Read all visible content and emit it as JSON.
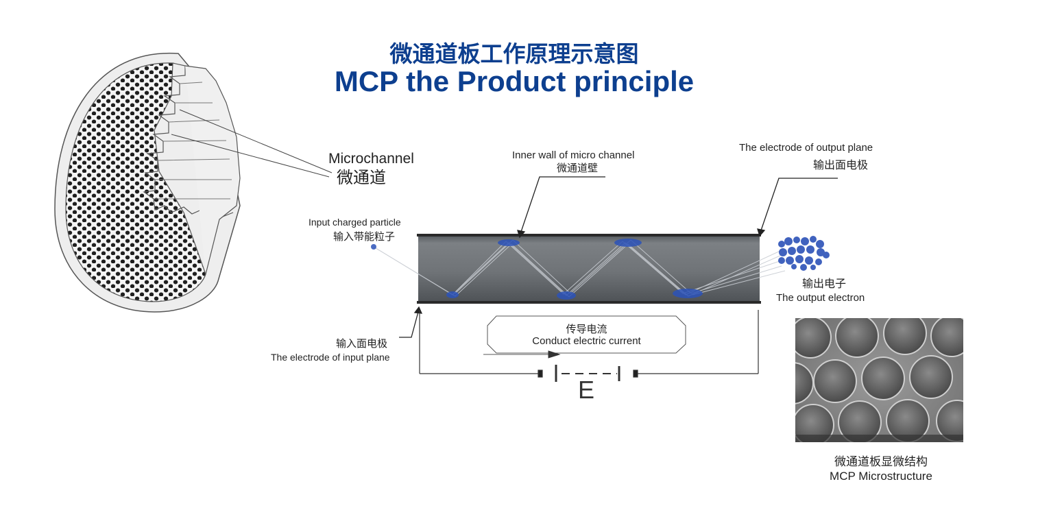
{
  "title": {
    "chinese": "微通道板工作原理示意图",
    "english": "MCP the Product principle"
  },
  "labels": {
    "microchannel_en": "Microchannel",
    "microchannel_cn": "微通道",
    "inner_wall_en": "Inner wall of micro channel",
    "inner_wall_cn": "微通道壁",
    "output_electrode_en": "The electrode of output plane",
    "output_electrode_cn": "输出面电极",
    "input_particle_en": "Input charged particle",
    "input_particle_cn": "输入带能粒子",
    "output_electron_cn": "输出电子",
    "output_electron_en": "The output electron",
    "input_electrode_cn": "输入面电极",
    "input_electrode_en": "The electrode of input plane",
    "current_cn": "传导电流",
    "current_en": "Conduct electric current",
    "field_symbol": "E",
    "micro_cn": "微通道板显微结构",
    "micro_en": "MCP Microstructure"
  },
  "colors": {
    "title": "#0d3f8f",
    "particle": "#2c52b8",
    "channel": "#6e7276"
  },
  "icons": [
    "mcp-disc-icon",
    "channel-tube-icon",
    "battery-icon",
    "sem-micrograph-icon"
  ]
}
